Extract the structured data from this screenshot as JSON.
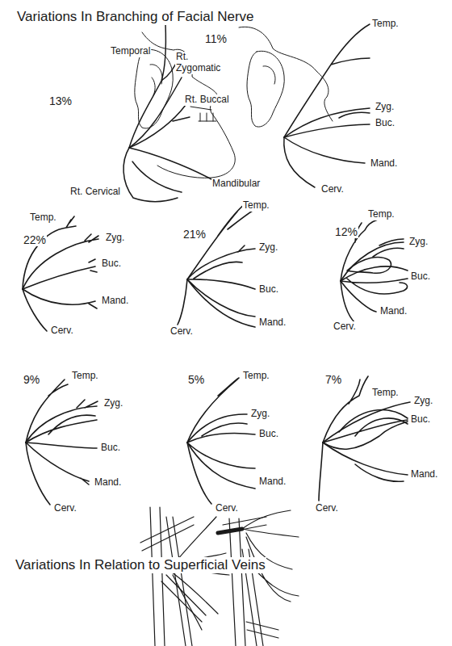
{
  "diagram": {
    "title": "Variations In Branching of Facial Nerve",
    "labels": [
      "13%",
      "Temporal",
      "Rt. Zygomatic",
      "Rt. Buccal",
      "Mandibular",
      "Rt. Cervical",
      "11%",
      "Temp.",
      "Zyg.",
      "Buc.",
      "Mand.",
      "Cerv.",
      "22%",
      "Temp.",
      "Zyg.",
      "Buc.",
      "Mand.",
      "Cerv.",
      "21%",
      "Temp.",
      "Zyg.",
      "Buc.",
      "Mand.",
      "Cerv.",
      "12%",
      "Temp.",
      "Zyg.",
      "Buc.",
      "Mand.",
      "Cerv.",
      "9%",
      "Temp.",
      "Zyg.",
      "Buc.",
      "Mand.",
      "Cerv.",
      "5%",
      "Temp.",
      "Zyg.",
      "Buc.",
      "Mand.",
      "Cerv.",
      "7%",
      "Temp.",
      "Zyg.",
      "Buc.",
      "Mand.",
      "Cerv.",
      "Variations In Relation to Superficial Veins"
    ]
  }
}
